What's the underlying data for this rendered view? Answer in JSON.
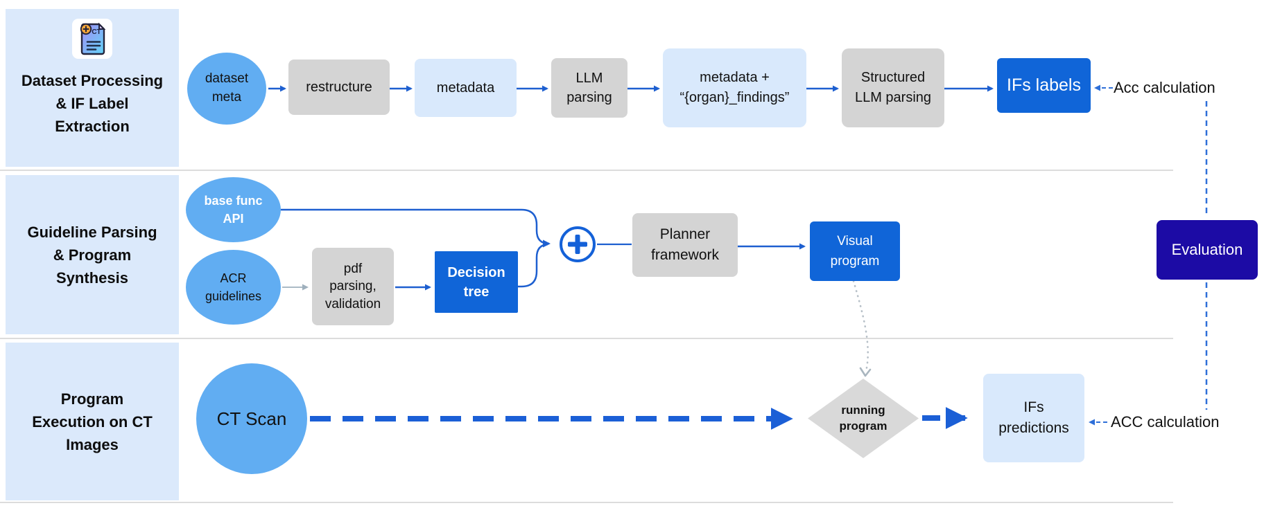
{
  "lanes": {
    "lane1": {
      "title": "Dataset Processing\n& IF Label\nExtraction"
    },
    "lane2": {
      "title": "Guideline Parsing\n& Program\nSynthesis"
    },
    "lane3": {
      "title": "Program\nExecution on CT\nImages"
    }
  },
  "row1": {
    "dataset_meta": "dataset\nmeta",
    "restructure": "restructure",
    "metadata": "metadata",
    "llm_parsing": "LLM\nparsing",
    "organ_findings": "metadata +\n“{organ}_findings”",
    "structured_llm": "Structured\nLLM parsing",
    "ifs_labels": "IFs labels",
    "acc_calculation": "Acc calculation"
  },
  "row2": {
    "base_func_api": "base func\nAPI",
    "acr_guidelines": "ACR\nguidelines",
    "pdf_parsing": "pdf\nparsing,\nvalidation",
    "decision_tree": "Decision\ntree",
    "planner_framework": "Planner\nframework",
    "visual_program": "Visual\nprogram"
  },
  "row3": {
    "ct_scan": "CT Scan",
    "running_program": "running\nprogram",
    "ifs_predictions": "IFs\npredictions",
    "acc_calculation": "ACC calculation"
  },
  "evaluation": {
    "label": "Evaluation"
  },
  "icons": {
    "ct_report_icon": "ct-report-icon",
    "plus_merge_icon": "plus-merge-icon"
  },
  "colors": {
    "panel_blue": "#dbe9fb",
    "light_blue_box": "#d9e9fc",
    "gray_box": "#d4d4d4",
    "circle_blue": "#61adf2",
    "accent_blue_box": "#1065d8",
    "navy_box": "#1c0ba5",
    "arrow_blue": "#1d5fd0",
    "dashed_blue": "#2e6fd8",
    "thick_dash_blue": "#1b5fd6",
    "dotted_gray": "#b7c0c8",
    "separator_gray": "#dcdcdc"
  }
}
